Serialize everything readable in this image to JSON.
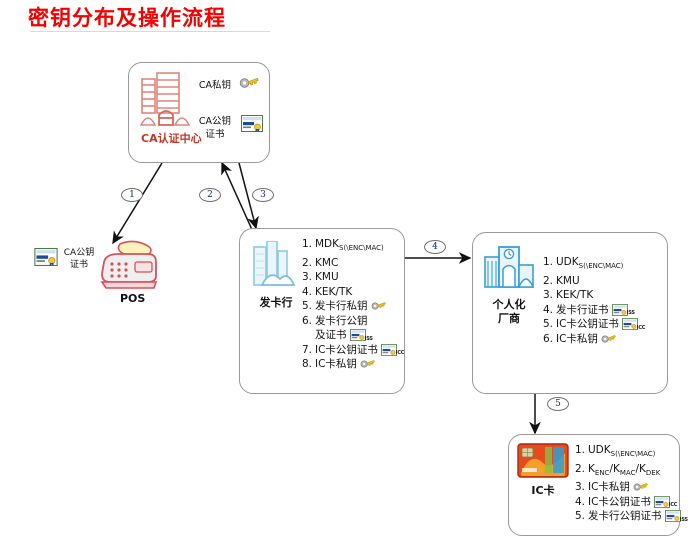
{
  "title": "密钥分布及操作流程",
  "nodes": {
    "ca": {
      "name": "CA认证中心",
      "icon": "ca-building-icon",
      "items": [
        {
          "label": "CA私钥",
          "icon": "key-icon"
        },
        {
          "label": "CA公钥",
          "label2": "证书",
          "icon": "certificate-icon"
        }
      ]
    },
    "pos": {
      "name": "POS",
      "icon": "pos-terminal-icon",
      "cert_label_line1": "CA公钥",
      "cert_label_line2": "证书",
      "cert_icon": "certificate-icon"
    },
    "issuer": {
      "name": "发卡行",
      "icon": "issuer-building-icon",
      "items": [
        {
          "n": "1.",
          "text": "MDK",
          "sub": "S(\\ENC\\MAC)",
          "icon": ""
        },
        {
          "n": "2.",
          "text": "KMC",
          "sub": "",
          "icon": ""
        },
        {
          "n": "3.",
          "text": "KMU",
          "sub": "",
          "icon": ""
        },
        {
          "n": "4.",
          "text": "KEK/TK",
          "sub": "",
          "icon": ""
        },
        {
          "n": "5.",
          "text": "发卡行私钥",
          "sub": "",
          "icon": "key-icon"
        },
        {
          "n": "6.",
          "text": "发卡行公钥",
          "text2": "及证书",
          "sub": "",
          "icon": "certificate-icon",
          "certsub": "ISS"
        },
        {
          "n": "7.",
          "text": "IC卡公钥证书",
          "sub": "",
          "icon": "certificate-icon",
          "certsub": "ICC"
        },
        {
          "n": "8.",
          "text": "IC卡私钥",
          "sub": "",
          "icon": "key-icon"
        }
      ]
    },
    "vendor": {
      "name_line1": "个人化",
      "name_line2": "厂商",
      "icon": "vendor-building-icon",
      "items": [
        {
          "n": "1.",
          "text": "UDK",
          "sub": "S(\\ENC\\MAC)",
          "icon": ""
        },
        {
          "n": "2.",
          "text": "KMU",
          "sub": "",
          "icon": ""
        },
        {
          "n": "3.",
          "text": "KEK/TK",
          "sub": "",
          "icon": ""
        },
        {
          "n": "4.",
          "text": "发卡行证书",
          "sub": "",
          "icon": "certificate-icon",
          "certsub": "ISS"
        },
        {
          "n": "5.",
          "text": "IC卡公钥证书",
          "sub": "",
          "icon": "certificate-icon",
          "certsub": "ICC"
        },
        {
          "n": "6.",
          "text": "IC卡私钥",
          "sub": "",
          "icon": "key-icon"
        }
      ]
    },
    "iccard": {
      "name": "IC卡",
      "icon": "ic-card-icon",
      "items": [
        {
          "n": "1.",
          "text": "UDK",
          "sub": "S(\\ENC\\MAC)",
          "icon": ""
        },
        {
          "n": "2.",
          "text": "K",
          "sub": "ENC",
          "text_b": "/K",
          "sub_b": "MAC",
          "text_c": "/K",
          "sub_c": "DEK",
          "icon": ""
        },
        {
          "n": "3.",
          "text": "IC卡私钥",
          "sub": "",
          "icon": "key-icon"
        },
        {
          "n": "4.",
          "text": "IC卡公钥证书",
          "sub": "",
          "icon": "certificate-icon",
          "certsub": "ICC"
        },
        {
          "n": "5.",
          "text": "发卡行公钥证书",
          "sub": "",
          "icon": "certificate-icon",
          "certsub": "ISS"
        }
      ]
    }
  },
  "flow_badges": [
    {
      "n": "1"
    },
    {
      "n": "2"
    },
    {
      "n": "3"
    },
    {
      "n": "4"
    },
    {
      "n": "5"
    }
  ],
  "colors": {
    "title": "#f50000",
    "ca_icon": "#e8897c",
    "issuer_icon": "#9fd4ea",
    "vendor_icon": "#3b9fd6",
    "pos_icon": "#e5707a",
    "card_icon": "#e23c18",
    "node_border": "#9a9a9a",
    "arrow": "#1a1a1a",
    "badge_text": "#102a6b"
  }
}
